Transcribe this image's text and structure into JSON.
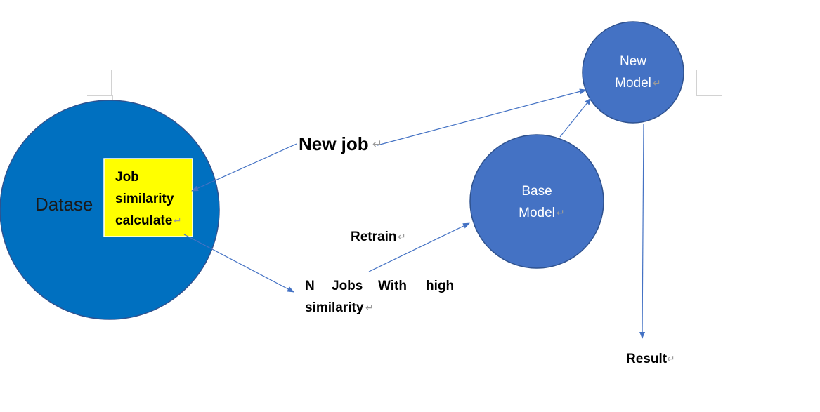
{
  "nodes": {
    "dataset": {
      "label": "Datase"
    },
    "job_similarity": {
      "lines": [
        "Job",
        "similarity",
        "calculate"
      ]
    },
    "base_model": {
      "lines": [
        "Base",
        "Model"
      ]
    },
    "new_model": {
      "lines": [
        "New",
        "Model"
      ]
    }
  },
  "labels": {
    "new_job": "New job",
    "retrain": "Retrain",
    "n_jobs_words": [
      "N",
      "Jobs",
      "With",
      "high"
    ],
    "n_jobs_line2": "similarity",
    "result": "Result"
  },
  "colors": {
    "dataset_fill": "#0070c0",
    "model_fill": "#4472c4",
    "highlight": "#ffff00",
    "arrow": "#4472c4"
  }
}
